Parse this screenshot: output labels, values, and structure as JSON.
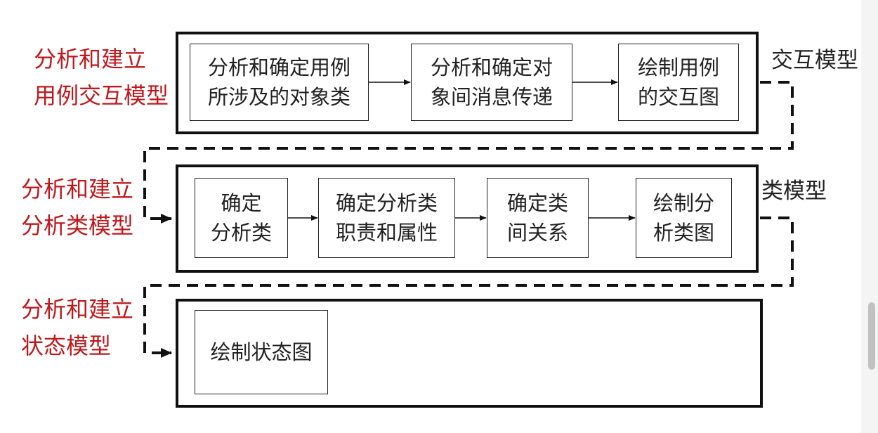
{
  "stages": [
    {
      "id": "interaction",
      "label": [
        "分析和建立",
        "用例交互模型"
      ],
      "model": "交互模型",
      "steps": [
        [
          "分析和确定用例",
          "所涉及的对象类"
        ],
        [
          "分析和确定对",
          "象间消息传递"
        ],
        [
          "绘制用例",
          "的交互图"
        ]
      ]
    },
    {
      "id": "class",
      "label": [
        "分析和建立",
        "分析类模型"
      ],
      "model": "类模型",
      "steps": [
        [
          "确定",
          "分析类"
        ],
        [
          "确定分析类",
          "职责和属性"
        ],
        [
          "确定类",
          "间关系"
        ],
        [
          "绘制分",
          "析类图"
        ]
      ]
    },
    {
      "id": "state",
      "label": [
        "分析和建立",
        "状态模型"
      ],
      "model": "",
      "steps": [
        [
          "绘制状态图"
        ]
      ]
    }
  ],
  "colors": {
    "stage_label": "#c0181c",
    "frame": "#111111",
    "text": "#222222"
  }
}
